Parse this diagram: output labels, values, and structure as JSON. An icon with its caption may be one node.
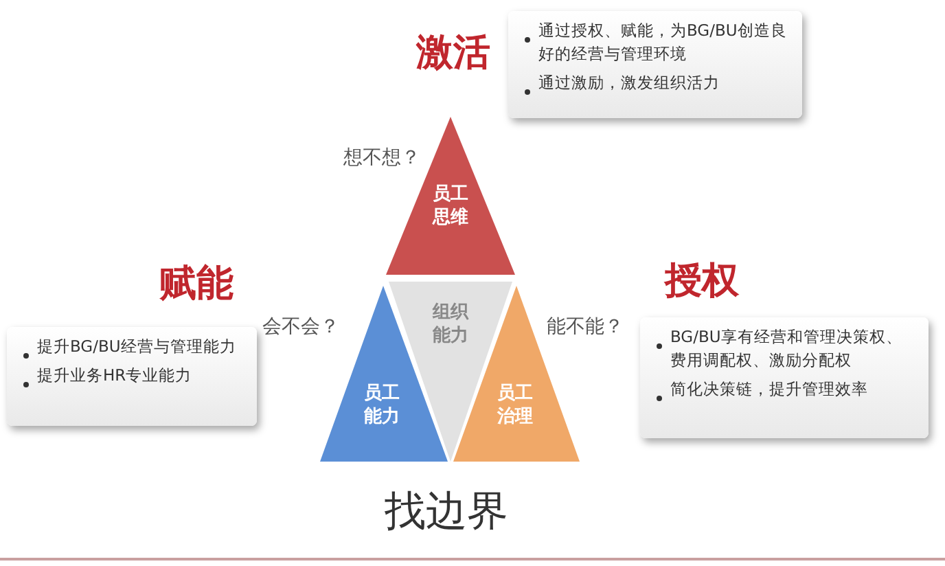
{
  "diagram": {
    "nodes": [
      {
        "text": [
          "员工思维"
        ]
      },
      {
        "text": [
          "组织能力"
        ]
      },
      {
        "text": [
          "员工能力"
        ]
      },
      {
        "text": [
          "员工治理"
        ]
      },
      {
        "text": [
          "通过授权、赋能，为BG/BU创造良好的经营与管理环境",
          "通过激励，激发组织活力"
        ]
      },
      {
        "text": [
          "提升BG/BU经营与管理能力",
          "提升业务HR专业能力"
        ]
      },
      {
        "text": [
          "BG/BU享有经营和管理决策权、费用调配权、激励分配权",
          "简化决策链，提升管理效率"
        ]
      }
    ],
    "edges": [],
    "labels": [
      "激活",
      "想不想？",
      "赋能",
      "会不会？",
      "授权",
      "能不能？",
      "找边界"
    ]
  }
}
